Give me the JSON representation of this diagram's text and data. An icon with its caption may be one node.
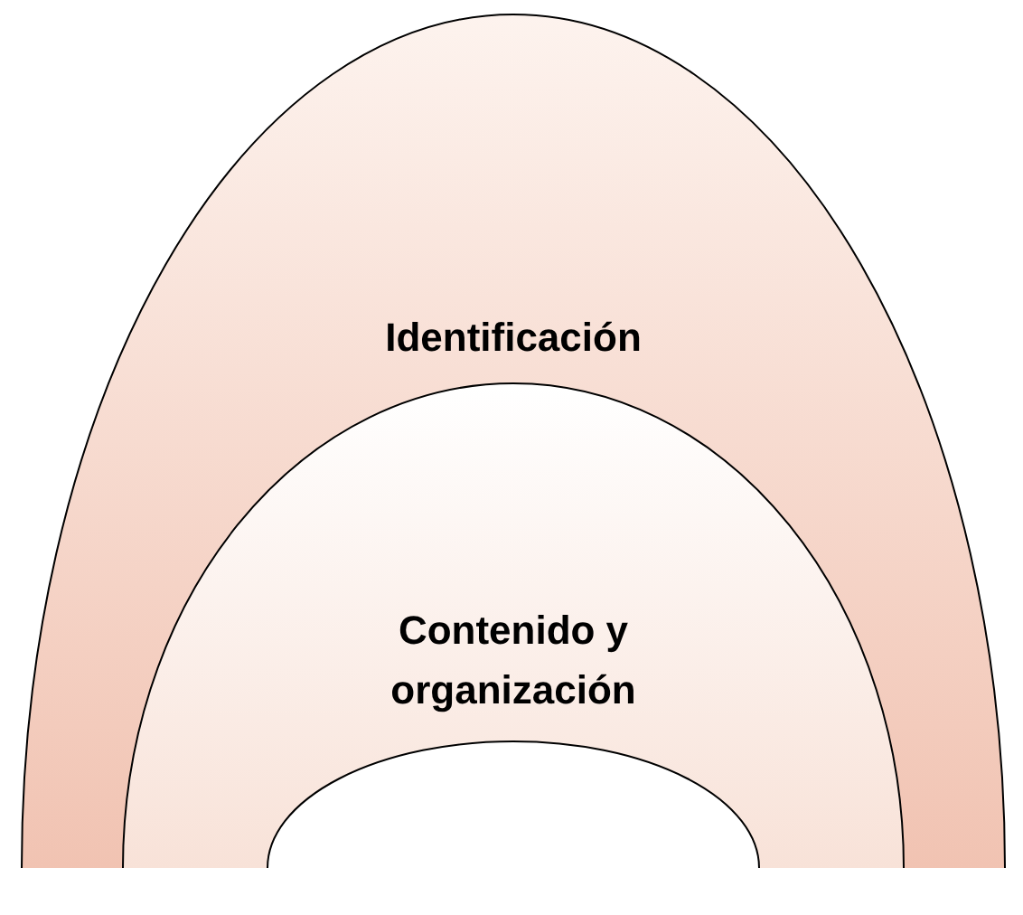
{
  "diagram": {
    "nodes": [
      {
        "text": [
          "Identificación"
        ]
      },
      {
        "text": [
          "Contenido y organización"
        ],
        "in": 0
      },
      {
        "text": [],
        "shape": "ellipse",
        "in": 1
      }
    ]
  }
}
